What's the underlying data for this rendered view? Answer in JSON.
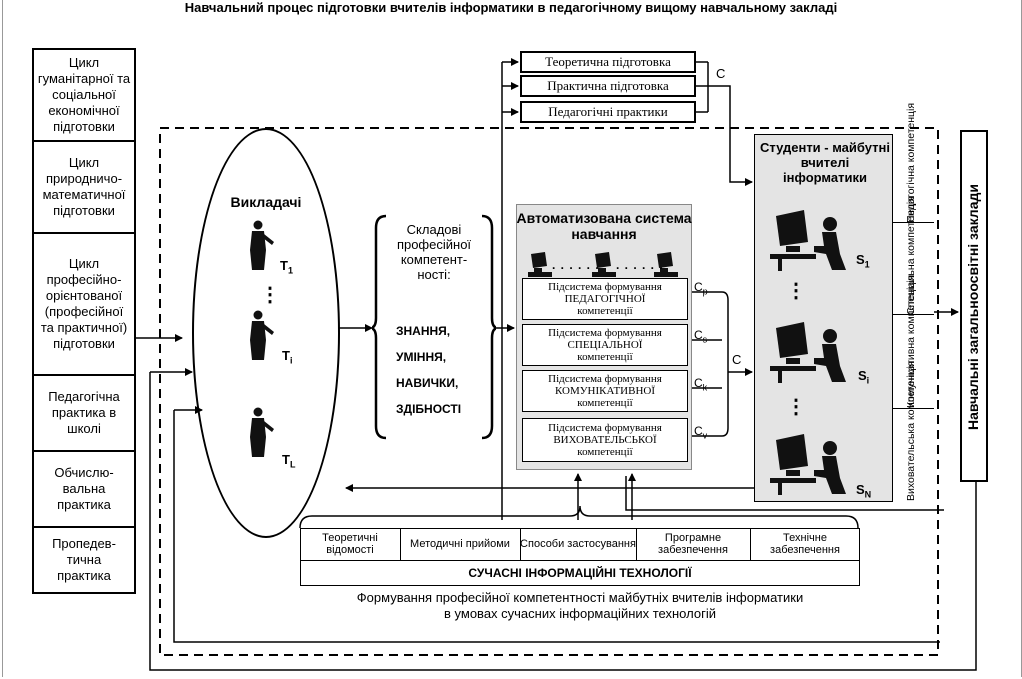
{
  "title": "Навчальний процес підготовки вчителів інформатики в педагогічному вищому навчальному закладі",
  "cycles": [
    "Цикл гуманітарної та соціальної економічної підготовки",
    "Цикл природничо-математичної підготовки",
    "Цикл професійно-орієнтованої (професійної та практичної) підготовки",
    "Педагогічна практика в школі",
    "Обчислю-вальна практика",
    "Пропедев-тична практика"
  ],
  "top_boxes": [
    "Теоретична підготовка",
    "Практична підготовка",
    "Педагогічні практики"
  ],
  "c_label": "C",
  "teachers": {
    "title": "Викладачі",
    "labels": [
      "T",
      "T",
      "T"
    ],
    "subs": [
      "1",
      "i",
      "L"
    ],
    "dots": "⋮"
  },
  "components": {
    "header": "Складові професійної компетент-ності:",
    "items": [
      "ЗНАННЯ,",
      "УМІННЯ,",
      "НАВИЧКИ,",
      "ЗДІБНОСТІ"
    ]
  },
  "system": {
    "title": "Автоматизована система навчання",
    "dots": ". . . . . .",
    "subsystems": [
      {
        "line1": "Підсистема формування",
        "line2": "ПЕДАГОГІЧНОЇ",
        "line3": "компетенції",
        "c": "C",
        "sub": "p"
      },
      {
        "line1": "Підсистема формування",
        "line2": "СПЕЦІАЛЬНОЇ",
        "line3": "компетенції",
        "c": "C",
        "sub": "s"
      },
      {
        "line1": "Підсистема формування",
        "line2": "КОМУНІКАТИВНОЇ",
        "line3": "компетенції",
        "c": "C",
        "sub": "k"
      },
      {
        "line1": "Підсистема формування",
        "line2": "ВИХОВАТЕЛЬСЬКОЇ",
        "line3": "компетенції",
        "c": "C",
        "sub": "v"
      }
    ]
  },
  "students": {
    "title": "Студенти - майбутні вчителі інформатики",
    "labels": [
      "S",
      "S",
      "S"
    ],
    "subs": [
      "1",
      "i",
      "N"
    ],
    "dots": "⋮"
  },
  "competences": [
    "Педагогічна компетенція",
    "Спеціальна компетенція",
    "Комунікативна компетенція",
    "Виховательська компетенція"
  ],
  "schools": "Навчальні загальноосвітні заклади",
  "technologies": {
    "items": [
      "Теоретичні відомості",
      "Методичні прийоми",
      "Способи застосування",
      "Програмне забезпечення",
      "Технічне забезпечення"
    ],
    "footer": "СУЧАСНІ ІНФОРМАЦІЙНІ ТЕХНОЛОГІЇ"
  },
  "caption": {
    "line1": "Формування професійної компетентності майбутніх вчителів інформатики",
    "line2": "в умовах сучасних інформаційних технологій"
  }
}
